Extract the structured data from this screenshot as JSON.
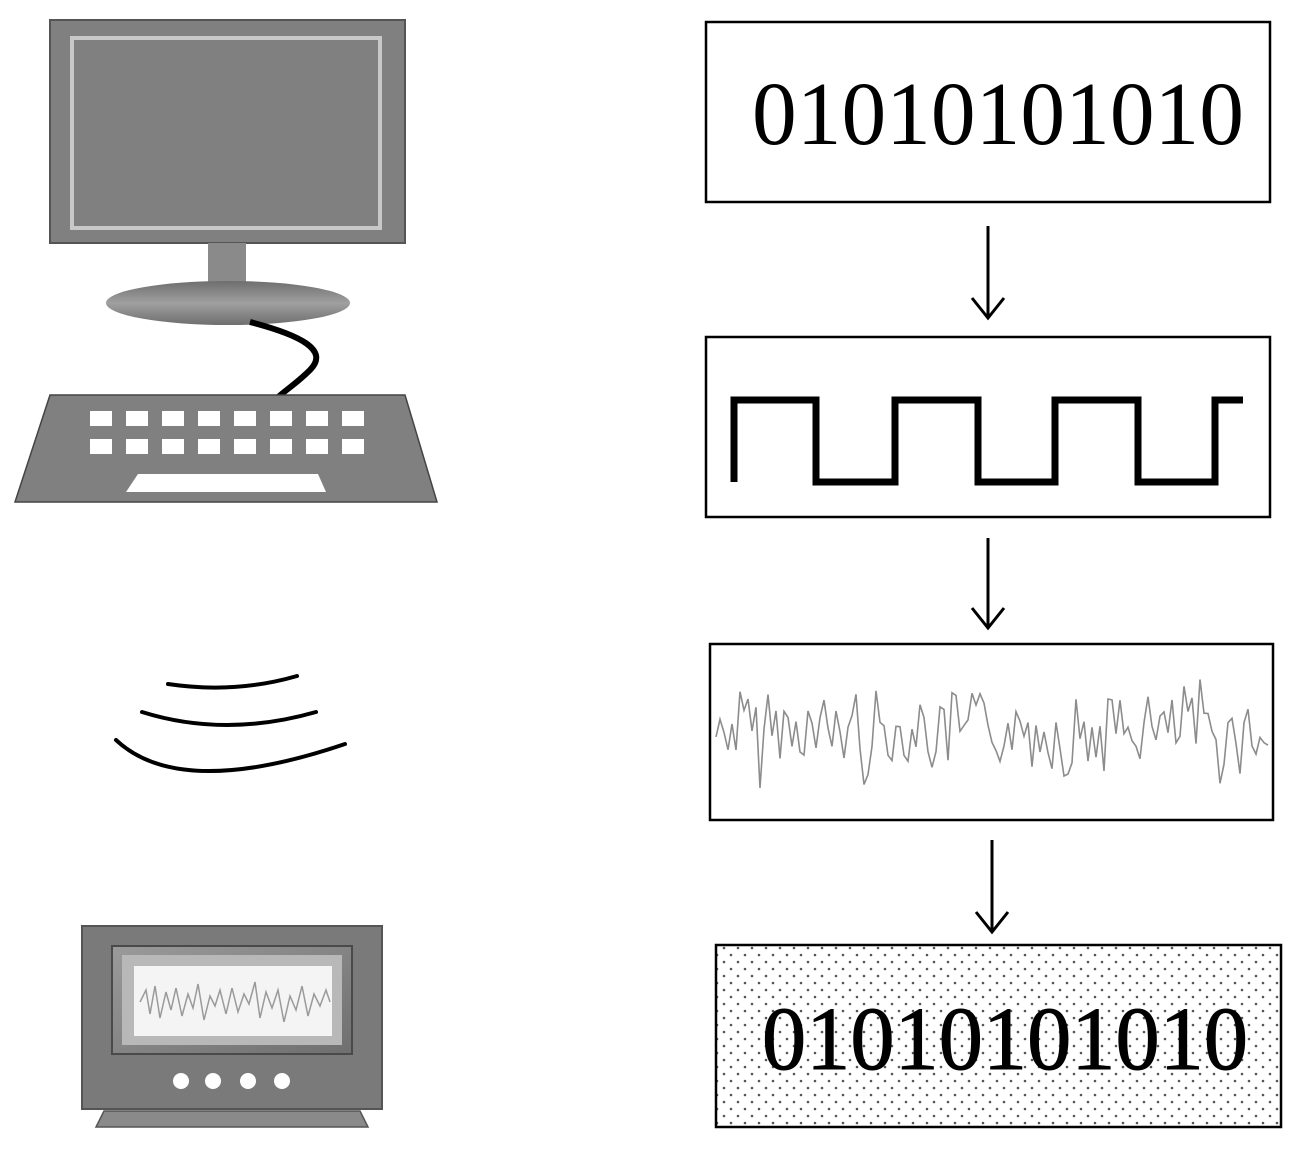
{
  "diagram": {
    "sender": {
      "device": "computer",
      "icons": [
        "monitor-icon",
        "keyboard-icon",
        "cable-icon"
      ]
    },
    "channel": {
      "icon": "wireless-waves-icon"
    },
    "receiver": {
      "device": "oscilloscope",
      "icons": [
        "oscilloscope-icon"
      ]
    },
    "flow": [
      {
        "step": "binary-data",
        "text": "01010101010"
      },
      {
        "step": "square-wave-signal"
      },
      {
        "step": "noisy-signal"
      },
      {
        "step": "received-binary-data",
        "text": "01010101010"
      }
    ],
    "colors": {
      "device_gray": "#8a8a8a",
      "device_dark": "#5a5a5a",
      "stroke": "#000000",
      "noise_line": "#8c8c8c"
    }
  }
}
